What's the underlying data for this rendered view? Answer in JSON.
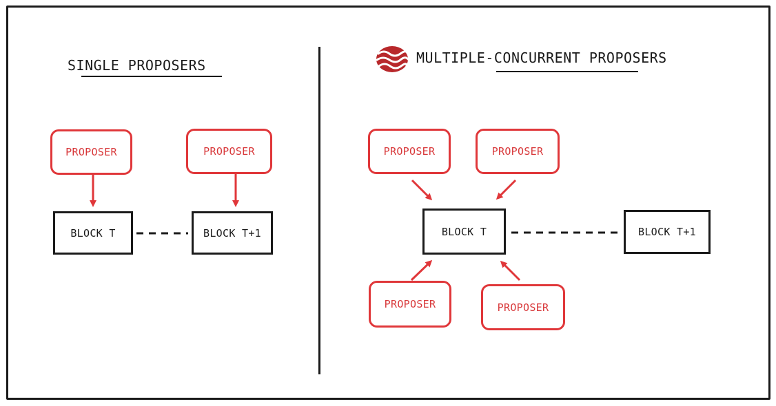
{
  "left_panel": {
    "title": "SINGLE PROPOSERS",
    "proposers": [
      "PROPOSER",
      "PROPOSER"
    ],
    "blocks": [
      "BLOCK T",
      "BLOCK T+1"
    ]
  },
  "right_panel": {
    "title": "MULTIPLE-CONCURRENT PROPOSERS",
    "proposers": [
      "PROPOSER",
      "PROPOSER",
      "PROPOSER",
      "PROPOSER"
    ],
    "blocks": [
      "BLOCK T",
      "BLOCK T+1"
    ]
  },
  "colors": {
    "accent": "#e0373a",
    "logo": "#b8282b",
    "ink": "#1a1a1a"
  }
}
